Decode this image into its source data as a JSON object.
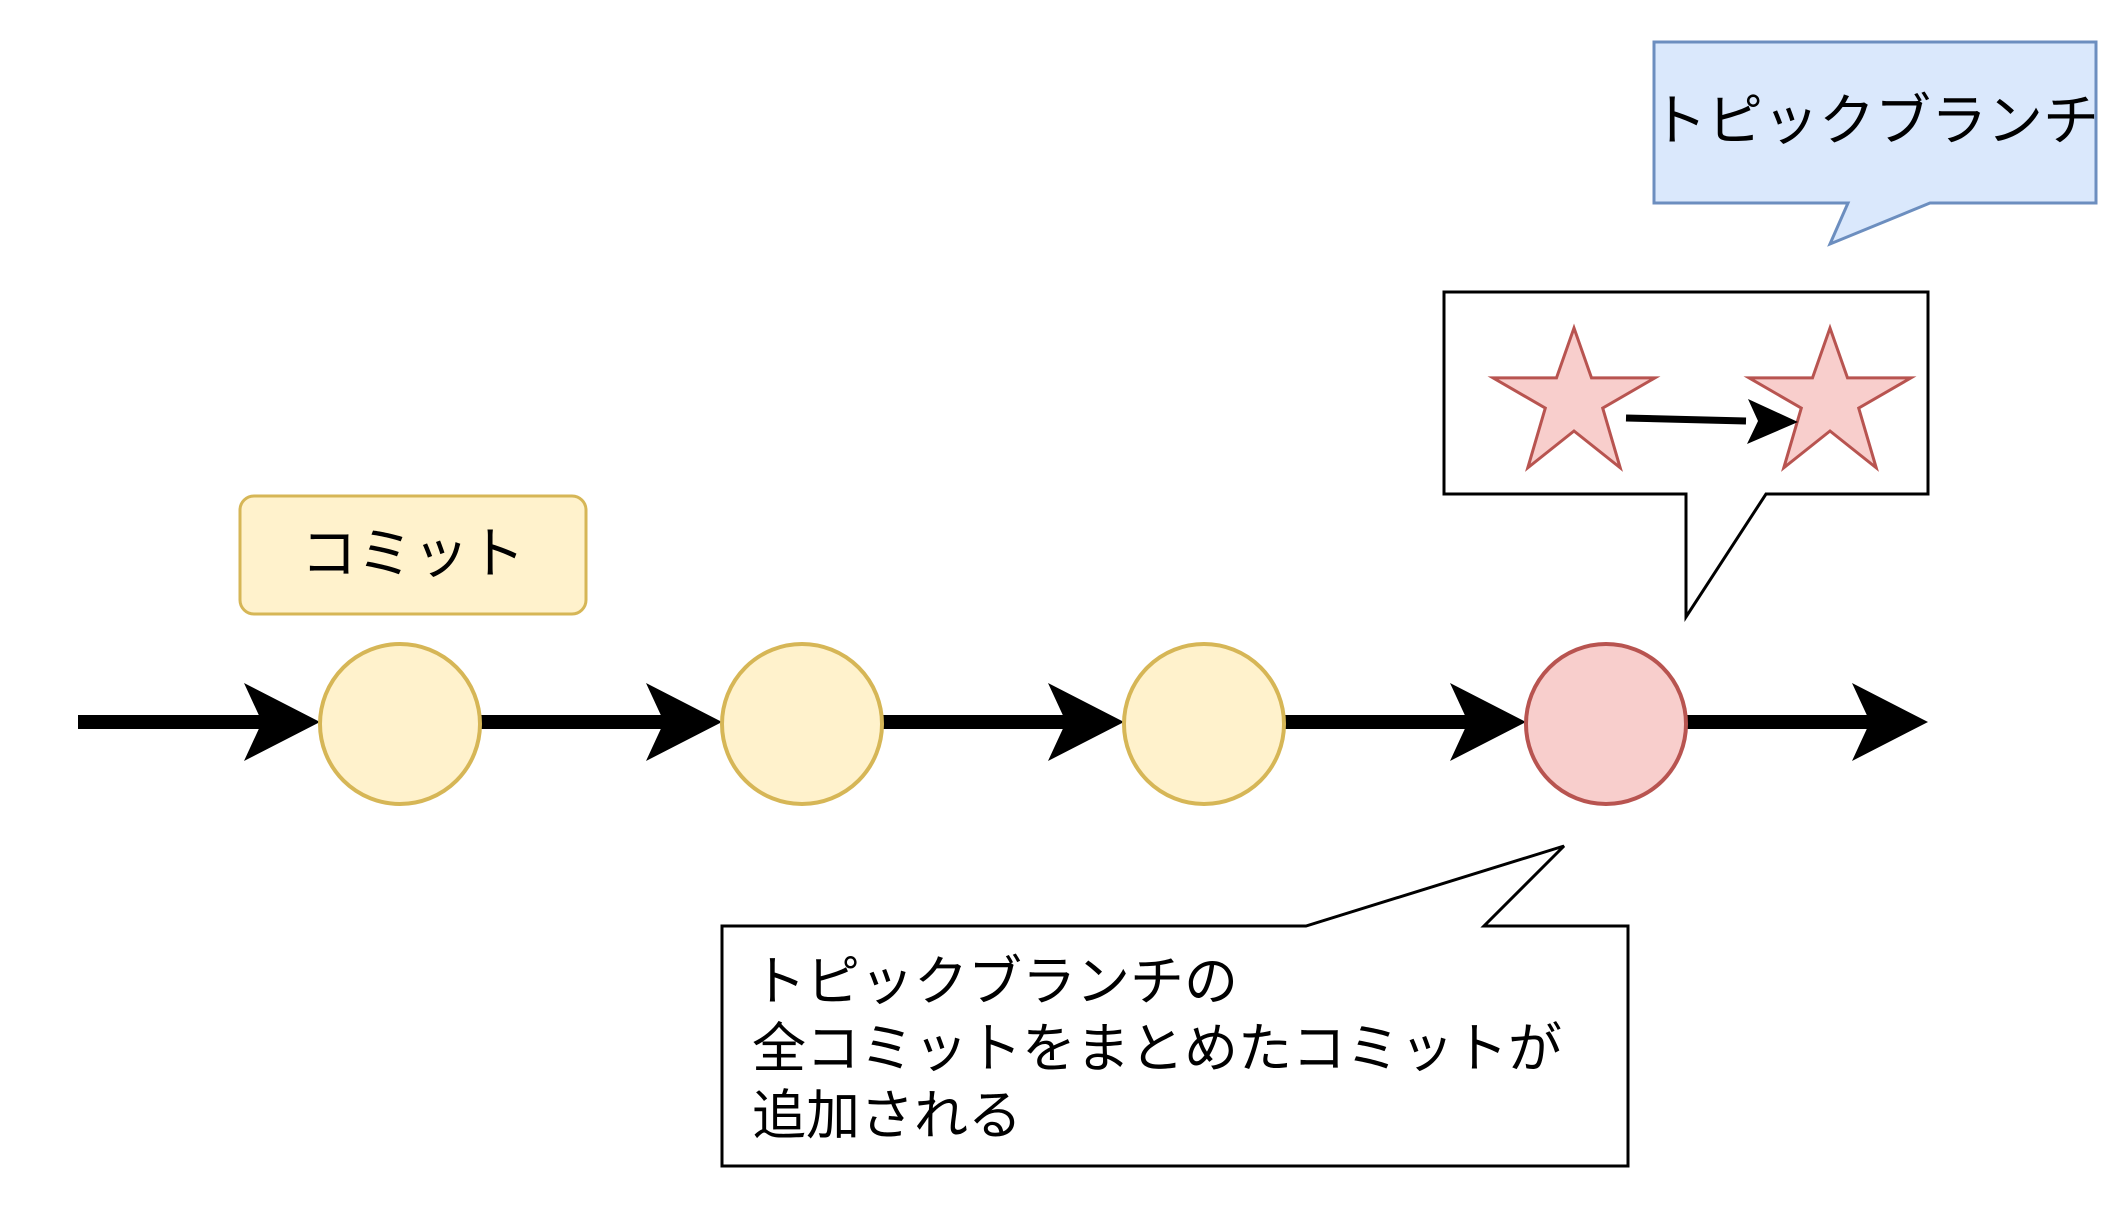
{
  "diagram": {
    "commit_label": "コミット",
    "topic_branch_label": "トピックブランチ",
    "squash_note": {
      "line1": "トピックブランチの",
      "line2": "全コミットをまとめたコミットが",
      "line3": "追加される"
    }
  },
  "colors": {
    "commit_fill": "#fff2cc",
    "commit_stroke": "#d6b656",
    "squash_fill": "#f8cecc",
    "squash_stroke": "#b85450",
    "branch_fill": "#dae8fc",
    "branch_stroke": "#6c8ebf",
    "line": "#000000"
  }
}
